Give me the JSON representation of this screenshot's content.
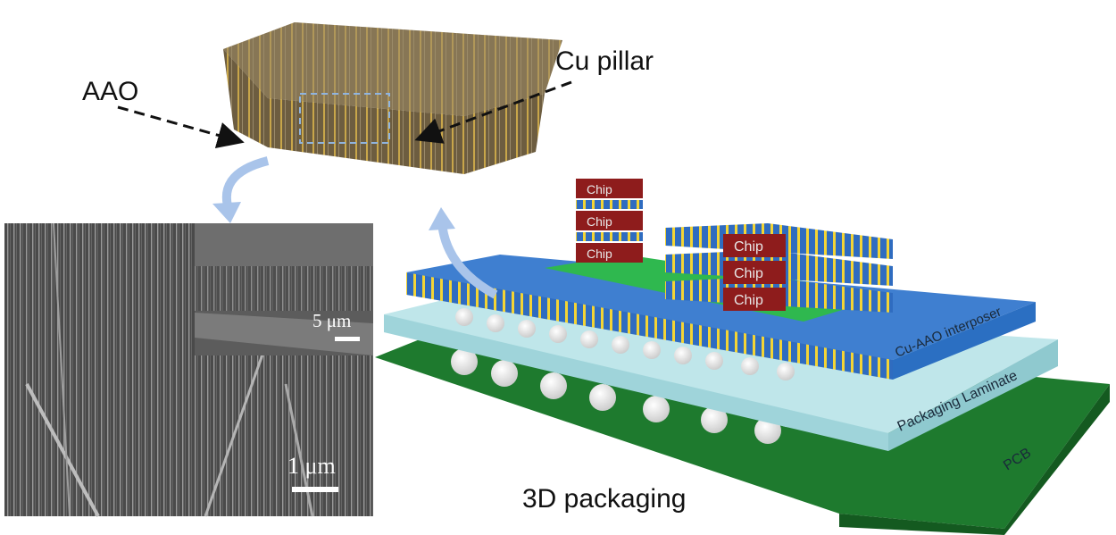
{
  "labels": {
    "aao": "AAO",
    "cu_pillar": "Cu pillar",
    "packaging_3d": "3D packaging",
    "interposer": "Cu-AAO  interposer",
    "laminate": "Packaging Laminate",
    "pcb": "PCB",
    "chip": "Chip",
    "scale_small": "5 μm",
    "scale_large": "1 μm"
  },
  "colors": {
    "pcb": "#1e7a2e",
    "laminate": "#bfe6ea",
    "interposer_top": "#2b6fc2",
    "pillar": "#f2d23a",
    "chip": "#8e1c1c",
    "green_pad": "#2fb84f",
    "arrow_blue": "#a9c4ea"
  }
}
